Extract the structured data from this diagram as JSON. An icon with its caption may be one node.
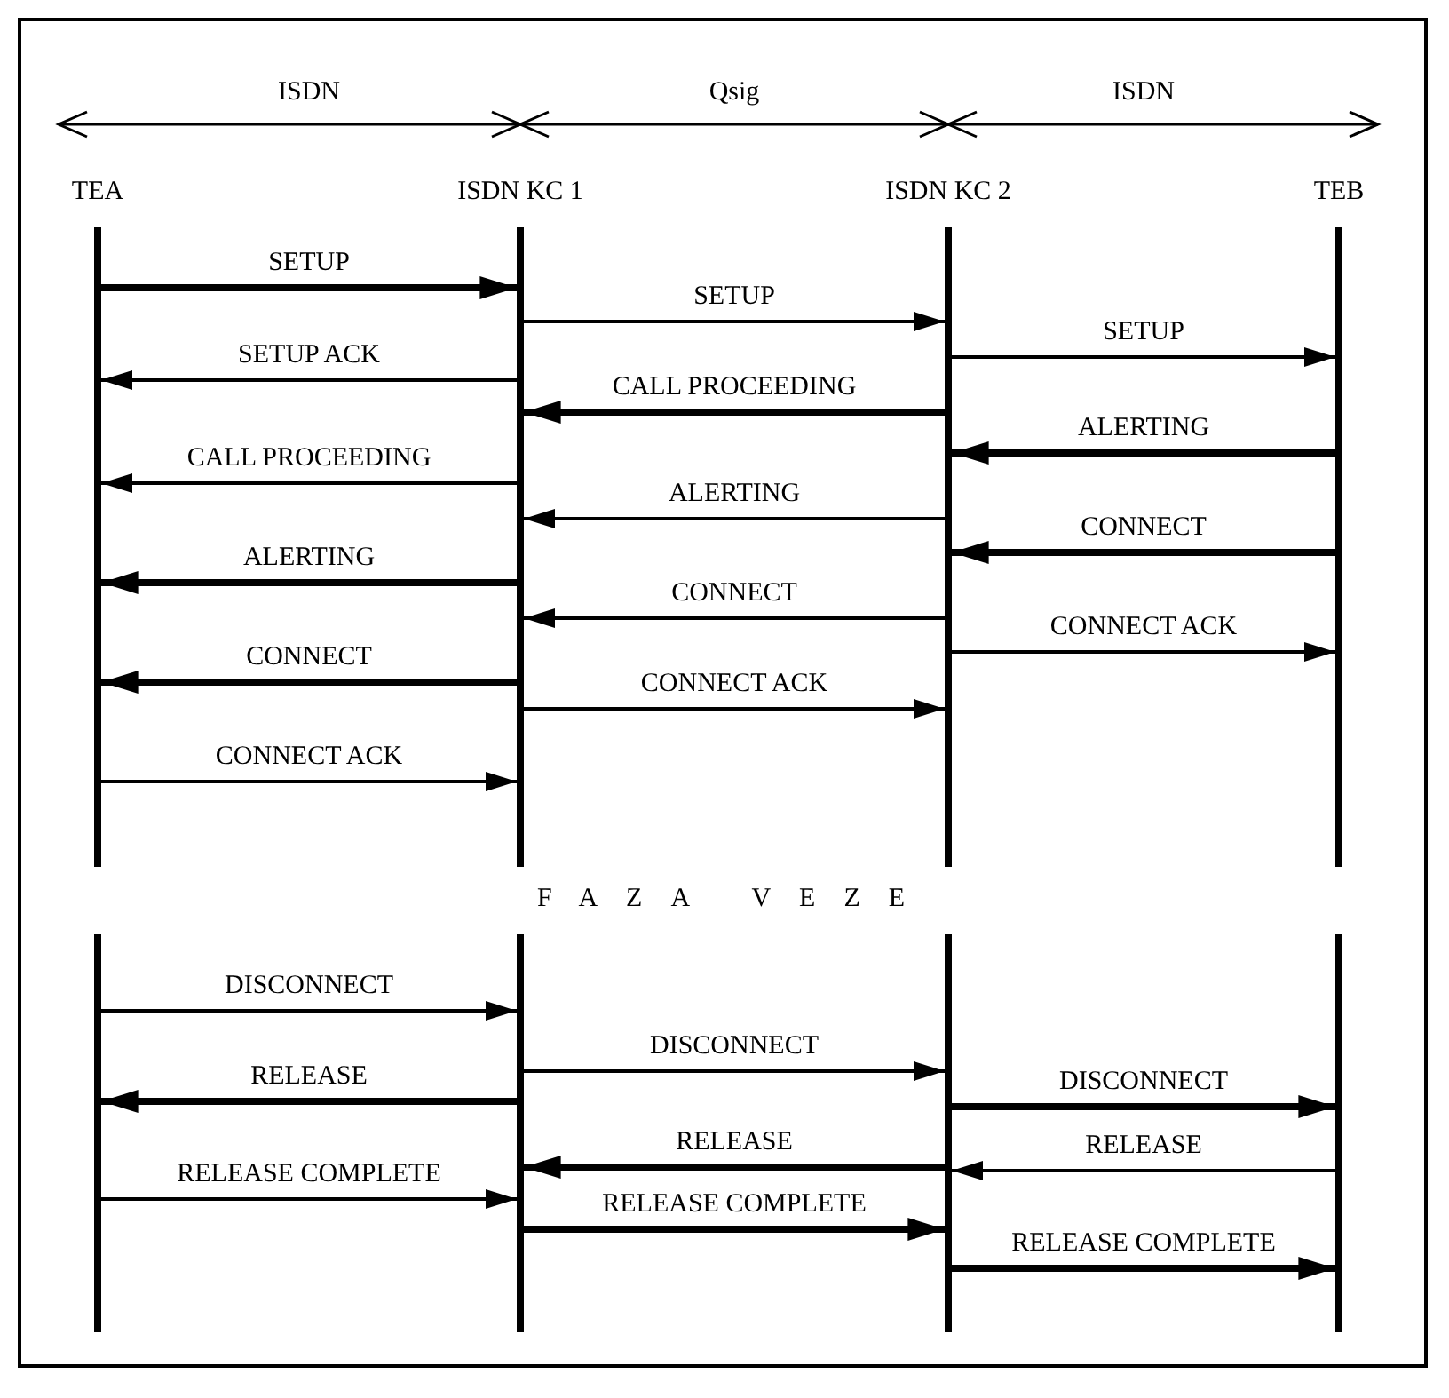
{
  "diagram": {
    "nodes": [
      {
        "text": [
          "TEA"
        ]
      },
      {
        "text": [
          "ISDN KC 1"
        ]
      },
      {
        "text": [
          "ISDN KC 2"
        ]
      },
      {
        "text": [
          "TEB"
        ]
      }
    ],
    "edges": [
      {
        "from": 0,
        "to": 1,
        "arrow": "to",
        "label": "SETUP",
        "style": "thick"
      },
      {
        "from": 1,
        "to": 2,
        "arrow": "to",
        "label": "SETUP"
      },
      {
        "from": 2,
        "to": 3,
        "arrow": "to",
        "label": "SETUP"
      },
      {
        "from": 1,
        "to": 0,
        "arrow": "to",
        "label": "SETUP ACK"
      },
      {
        "from": 2,
        "to": 1,
        "arrow": "to",
        "label": "CALL PROCEEDING",
        "style": "thick"
      },
      {
        "from": 3,
        "to": 2,
        "arrow": "to",
        "label": "ALERTING",
        "style": "thick"
      },
      {
        "from": 1,
        "to": 0,
        "arrow": "to",
        "label": "CALL PROCEEDING"
      },
      {
        "from": 2,
        "to": 1,
        "arrow": "to",
        "label": "ALERTING"
      },
      {
        "from": 3,
        "to": 2,
        "arrow": "to",
        "label": "CONNECT",
        "style": "thick"
      },
      {
        "from": 1,
        "to": 0,
        "arrow": "to",
        "label": "ALERTING",
        "style": "thick"
      },
      {
        "from": 2,
        "to": 1,
        "arrow": "to",
        "label": "CONNECT"
      },
      {
        "from": 2,
        "to": 3,
        "arrow": "to",
        "label": "CONNECT ACK"
      },
      {
        "from": 1,
        "to": 0,
        "arrow": "to",
        "label": "CONNECT",
        "style": "thick"
      },
      {
        "from": 1,
        "to": 2,
        "arrow": "to",
        "label": "CONNECT ACK"
      },
      {
        "from": 0,
        "to": 1,
        "arrow": "to",
        "label": "CONNECT ACK"
      },
      {
        "from": 0,
        "to": 1,
        "arrow": "to",
        "label": "DISCONNECT"
      },
      {
        "from": 1,
        "to": 2,
        "arrow": "to",
        "label": "DISCONNECT"
      },
      {
        "from": 1,
        "to": 0,
        "arrow": "to",
        "label": "RELEASE",
        "style": "thick"
      },
      {
        "from": 2,
        "to": 3,
        "arrow": "to",
        "label": "DISCONNECT",
        "style": "thick"
      },
      {
        "from": 2,
        "to": 1,
        "arrow": "to",
        "label": "RELEASE",
        "style": "thick"
      },
      {
        "from": 3,
        "to": 2,
        "arrow": "to",
        "label": "RELEASE"
      },
      {
        "from": 0,
        "to": 1,
        "arrow": "to",
        "label": "RELEASE COMPLETE"
      },
      {
        "from": 1,
        "to": 2,
        "arrow": "to",
        "label": "RELEASE COMPLETE",
        "style": "thick"
      },
      {
        "from": 2,
        "to": 3,
        "arrow": "to",
        "label": "RELEASE COMPLETE",
        "style": "thick"
      }
    ],
    "labels": [
      "ISDN",
      "Qsig",
      "ISDN",
      "FAZA VEZE"
    ]
  }
}
